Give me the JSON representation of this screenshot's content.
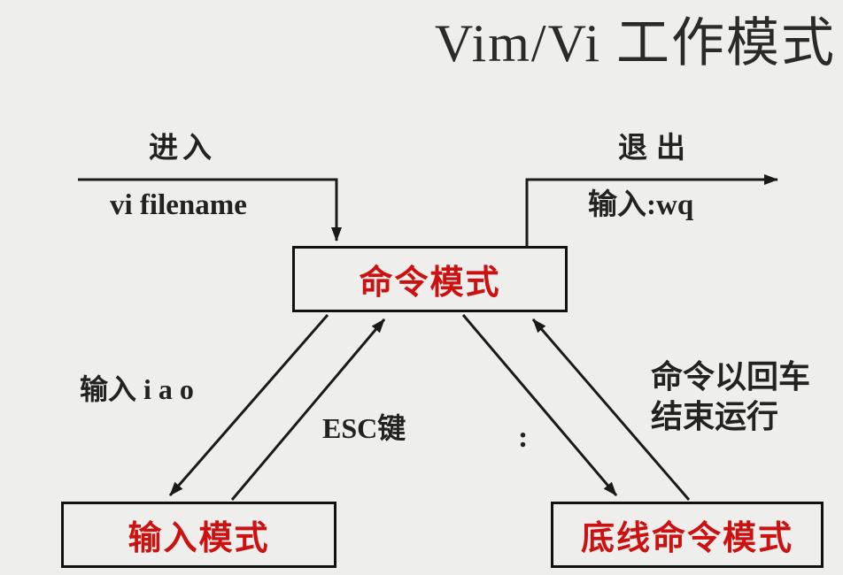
{
  "title": "Vim/Vi 工作模式",
  "colors": {
    "background": "#eeeeec",
    "line": "#1a1a1a",
    "box_border": "#111111",
    "mode_text_red": "#cc1111",
    "label_text": "#222220"
  },
  "nodes": {
    "command": {
      "label": "命令模式"
    },
    "insert": {
      "label": "输入模式"
    },
    "lastline": {
      "label": "底线命令模式"
    }
  },
  "edges": {
    "enter": {
      "label": "进入",
      "sublabel": "vi filename"
    },
    "exit": {
      "label": "退出",
      "sublabel": "输入:wq"
    },
    "command_to_insert": {
      "label": "输入 i a o"
    },
    "insert_to_command": {
      "label": "ESC键"
    },
    "command_to_lastline": {
      "label": ":"
    },
    "lastline_to_command": {
      "label": "命令以回车\n结束运行"
    }
  }
}
